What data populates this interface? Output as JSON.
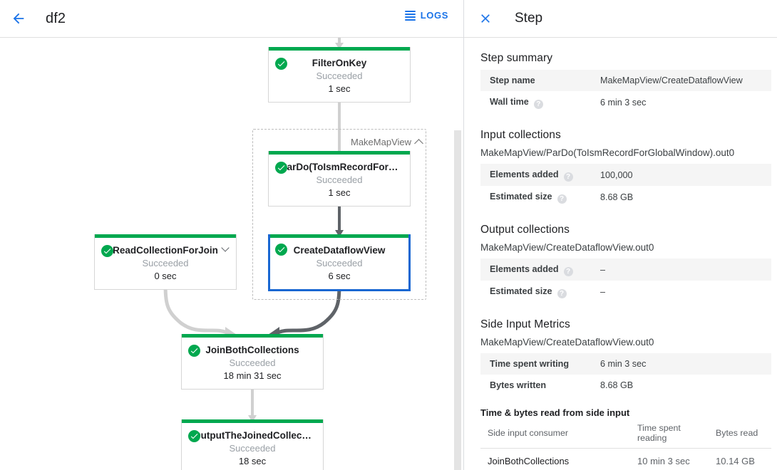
{
  "left": {
    "back_icon": "arrow-left-icon",
    "job_name": "df2",
    "logs_label": "LOGS",
    "group": {
      "label": "MakeMapView",
      "collapse_icon": "chevron-up-icon"
    },
    "nodes": [
      {
        "id": "filter-on-key",
        "title": "FilterOnKey",
        "status": "Succeeded",
        "time": "1 sec",
        "selected": false,
        "expandable": false
      },
      {
        "id": "pardo-toismrecord",
        "title": "ParDo(ToIsmRecordFor…",
        "status": "Succeeded",
        "time": "1 sec",
        "selected": false,
        "expandable": false
      },
      {
        "id": "create-dataflow-view",
        "title": "CreateDataflowView",
        "status": "Succeeded",
        "time": "6 sec",
        "selected": true,
        "expandable": false
      },
      {
        "id": "read-collection-for-join",
        "title": "ReadCollectionForJoin",
        "status": "Succeeded",
        "time": "0 sec",
        "selected": false,
        "expandable": true
      },
      {
        "id": "join-both-collections",
        "title": "JoinBothCollections",
        "status": "Succeeded",
        "time": "18 min 31 sec",
        "selected": false,
        "expandable": false
      },
      {
        "id": "output-the-joined-collection",
        "title": "OutputTheJoinedCollec…",
        "status": "Succeeded",
        "time": "18 sec",
        "selected": false,
        "expandable": false
      }
    ],
    "colors": {
      "success": "#00a84f",
      "selected_border": "#1967d2",
      "edge_dim": "#d0d0d0",
      "edge_active": "#5f6368",
      "accent": "#1a73e8"
    }
  },
  "right": {
    "close_icon": "close-icon",
    "title": "Step",
    "step_summary": {
      "heading": "Step summary",
      "rows": [
        {
          "key": "Step name",
          "help": false,
          "value": "MakeMapView/CreateDataflowView"
        },
        {
          "key": "Wall time",
          "help": true,
          "value": "6 min 3 sec"
        }
      ]
    },
    "input_collections": {
      "heading": "Input collections",
      "collection": "MakeMapView/ParDo(ToIsmRecordForGlobalWindow).out0",
      "rows": [
        {
          "key": "Elements added",
          "help": true,
          "value": "100,000"
        },
        {
          "key": "Estimated size",
          "help": true,
          "value": "8.68 GB"
        }
      ]
    },
    "output_collections": {
      "heading": "Output collections",
      "collection": "MakeMapView/CreateDataflowView.out0",
      "rows": [
        {
          "key": "Elements added",
          "help": true,
          "value": "–"
        },
        {
          "key": "Estimated size",
          "help": true,
          "value": "–"
        }
      ]
    },
    "side_input_metrics": {
      "heading": "Side Input Metrics",
      "collection": "MakeMapView/CreateDataflowView.out0",
      "rows": [
        {
          "key": "Time spent writing",
          "help": false,
          "value": "6 min 3 sec"
        },
        {
          "key": "Bytes written",
          "help": false,
          "value": "8.68 GB"
        }
      ],
      "table": {
        "caption": "Time & bytes read from side input",
        "columns": [
          "Side input consumer",
          "Time spent reading",
          "Bytes read"
        ],
        "rows": [
          {
            "consumer": "JoinBothCollections",
            "time_reading": "10 min 3 sec",
            "bytes_read": "10.14 GB"
          }
        ]
      }
    }
  }
}
